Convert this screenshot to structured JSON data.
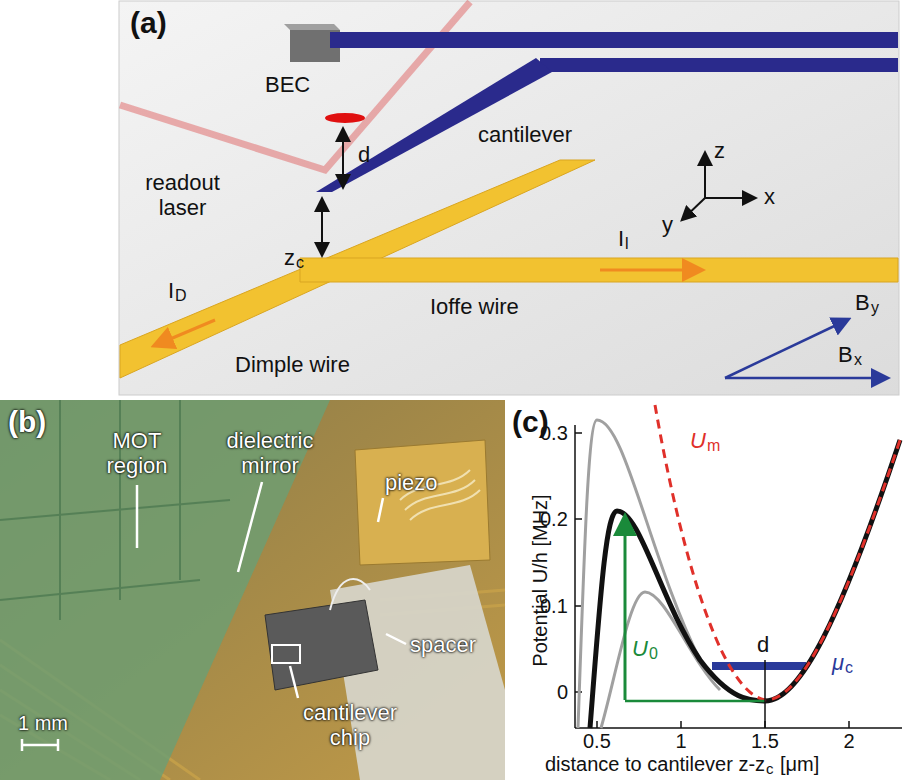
{
  "diagram": {
    "labels": [
      "(a)",
      "BEC",
      "d",
      "readout laser",
      "cantilever",
      "z",
      "x",
      "y",
      "z",
      "c",
      "I",
      "l",
      "Ioffe wire",
      "I",
      "D",
      "Dimple wire",
      "B",
      "y",
      "B",
      "x",
      "(b)",
      "MOT region",
      "dielectric mirror",
      "piezo",
      "cantilever chip",
      "spacer",
      "1 mm",
      "(c)",
      "U",
      "m",
      "Potential U/h [MHz]",
      "0.3",
      "0.2",
      "0.1",
      "0",
      "U",
      "0",
      "d",
      "μ",
      "c",
      "0.5",
      "1",
      "1.5",
      "2",
      "distance to cantilever z-z",
      "c",
      "[μm]"
    ]
  }
}
